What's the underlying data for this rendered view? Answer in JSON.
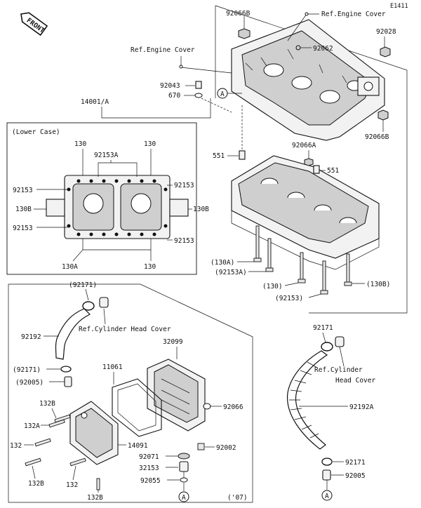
{
  "page_code": "E1411",
  "front_label": "FRONT",
  "labels": {
    "p92066B_top": "92066B",
    "ref_engine_cover_top": "Ref.Engine Cover",
    "p92028": "92028",
    "ref_engine_cover_left": "Ref.Engine Cover",
    "p92062": "92062",
    "p92043": "92043",
    "p670": "670",
    "p14001A": "14001/A",
    "p92066B_right": "92066B",
    "lower_case": "(Lower Case)",
    "p130_a": "130",
    "p92153A": "92153A",
    "p130_b": "130",
    "p92153_l1": "92153",
    "p92153_r1": "92153",
    "p130B_l": "130B",
    "p130B_r": "130B",
    "p92153_l2": "92153",
    "p92153_r2": "92153",
    "p130A": "130A",
    "p130_c": "130",
    "p551_l": "551",
    "p92066A": "92066A",
    "p551_r": "551",
    "p130A_paren": "(130A)",
    "p92153A_paren": "(92153A)",
    "p130_paren": "(130)",
    "p130B_paren": "(130B)",
    "p92153_paren": "(92153)",
    "p92171_top": "(92171)",
    "p92192": "92192",
    "ref_cyl_head_cover_1": "Ref.Cylinder Head Cover",
    "p32099": "32099",
    "p92171_right": "92171",
    "p92171_paren": "(92171)",
    "p11061": "11061",
    "ref_cyl_head_cover_2a": "Ref.Cylinder",
    "ref_cyl_head_cover_2b": "Head Cover",
    "p92005_paren": "(92005)",
    "p132B_1": "132B",
    "p92066": "92066",
    "p132A": "132A",
    "p92192A": "92192A",
    "p132_1": "132",
    "p14091": "14091",
    "p92002": "92002",
    "p92071": "92071",
    "p32153": "32153",
    "p132B_2": "132B",
    "p132_2": "132",
    "p92171_bottom": "92171",
    "p92005_bottom": "92005",
    "p92055": "92055",
    "p132B_3": "132B",
    "year_note": "('07)",
    "ref_marker": "A"
  },
  "colors": {
    "line": "#111111",
    "part_fill": "#f2f2f2",
    "part_dark": "#cfcfcf",
    "background": "#ffffff"
  }
}
